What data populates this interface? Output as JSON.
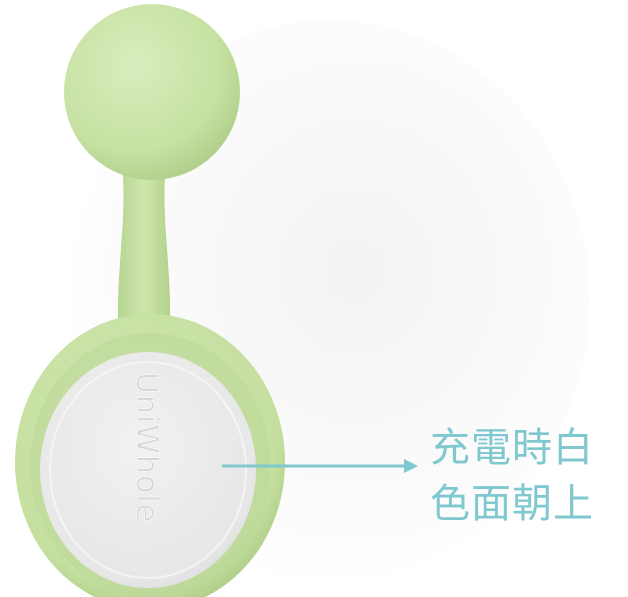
{
  "product": {
    "brand_text": "UniWhole",
    "body_color": "#c9e3a6",
    "face_color": "#ebebeb"
  },
  "annotation": {
    "line1": "充電時白",
    "line2": "色面朝上",
    "color": "#7fc8cf",
    "arrow_icon": "arrow-right-icon"
  }
}
